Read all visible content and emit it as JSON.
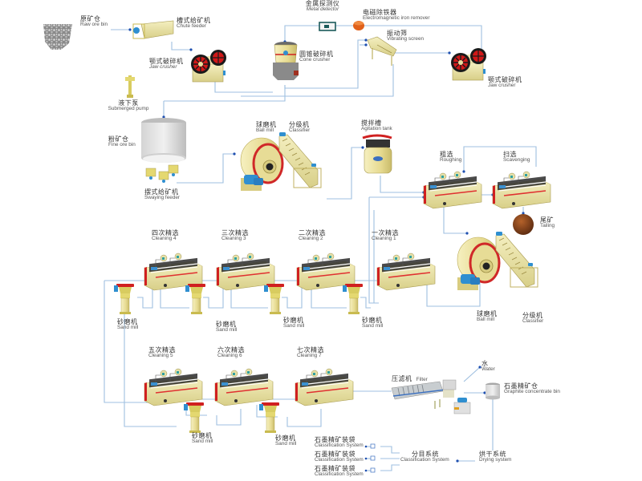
{
  "title": "Graphite flotation process flow",
  "colors": {
    "flow_line": "#9fbfe0",
    "arrow_dot": "#1e4fb0",
    "machine_body": "#e8e0a0",
    "machine_accent_red": "#d02020",
    "motor_blue": "#2f8fd0"
  },
  "equipment": {
    "raw_ore_bin": {
      "zh": "原矿仓",
      "en": "Raw ore bin"
    },
    "chute_feeder": {
      "zh": "槽式给矿机",
      "en": "Chute feeder"
    },
    "jaw_crusher_1": {
      "zh": "颚式破碎机",
      "en": "Jaw  crusher"
    },
    "submerged_pump": {
      "zh": "液下泵",
      "en": "Submerged pump"
    },
    "metal_detector": {
      "zh": "金属探测仪",
      "en": "Metal detector"
    },
    "iron_remover": {
      "zh": "电磁除铁器",
      "en": "Electromagnetic iron remover"
    },
    "vibrating_screen": {
      "zh": "振动筛",
      "en": "Vibrating screen"
    },
    "cone_crusher": {
      "zh": "圆锥破碎机",
      "en": "Cone crusher"
    },
    "jaw_crusher_2": {
      "zh": "颚式破碎机",
      "en": "Jaw crusher"
    },
    "fine_ore_bin": {
      "zh": "粉矿仓",
      "en": "Fine ore bin"
    },
    "swaying_feeder": {
      "zh": "摆式给矿机",
      "en": "Swaying feeder"
    },
    "ball_mill_1": {
      "zh": "球磨机",
      "en": "Ball mill"
    },
    "classifier_1": {
      "zh": "分级机",
      "en": "Classifier"
    },
    "agitation_tank": {
      "zh": "搅拌槽",
      "en": "Agitation tank"
    },
    "roughing": {
      "zh": "粗选",
      "en": "Roughing"
    },
    "scavenging": {
      "zh": "扫选",
      "en": "Scavenging"
    },
    "tailing": {
      "zh": "尾矿",
      "en": "Tailing"
    },
    "ball_mill_2": {
      "zh": "球磨机",
      "en": "Ball mill"
    },
    "classifier_2": {
      "zh": "分级机",
      "en": "Classifier"
    },
    "cleaning_1": {
      "zh": "一次精选",
      "en": "Cleaning 1"
    },
    "cleaning_2": {
      "zh": "二次精选",
      "en": "Cleaning 2"
    },
    "cleaning_3": {
      "zh": "三次精选",
      "en": "Cleaning 3"
    },
    "cleaning_4": {
      "zh": "四次精选",
      "en": "Cleaning 4"
    },
    "cleaning_5": {
      "zh": "五次精选",
      "en": "Cleaning 5"
    },
    "cleaning_6": {
      "zh": "六次精选",
      "en": "Cleaning 6"
    },
    "cleaning_7": {
      "zh": "七次精选",
      "en": "Cleaning 7"
    },
    "sand_mill_1": {
      "zh": "砂磨机",
      "en": "Sand mill"
    },
    "sand_mill_2": {
      "zh": "砂磨机",
      "en": "Sand mill"
    },
    "sand_mill_3": {
      "zh": "砂磨机",
      "en": "Sand mill"
    },
    "sand_mill_4": {
      "zh": "砂磨机",
      "en": "Sand mill"
    },
    "sand_mill_5": {
      "zh": "砂磨机",
      "en": "Sand mill"
    },
    "sand_mill_6": {
      "zh": "砂磨机",
      "en": "Sand mill"
    },
    "filter": {
      "zh": "压滤机",
      "en": "Filter"
    },
    "water": {
      "zh": "水",
      "en": "Water"
    },
    "graphite_bin": {
      "zh": "石墨精矿仓",
      "en": "Graphite concentrate bin"
    },
    "drying_system": {
      "zh": "烘干系统",
      "en": "Drying system"
    },
    "classification_system": {
      "zh": "分目系统",
      "en": "Classification System"
    },
    "bag_1": {
      "zh": "石墨精矿装袋",
      "en": "Classification System"
    },
    "bag_2": {
      "zh": "石墨精矿装袋",
      "en": "Classification System"
    },
    "bag_3": {
      "zh": "石墨精矿装袋",
      "en": "Classification System"
    }
  }
}
